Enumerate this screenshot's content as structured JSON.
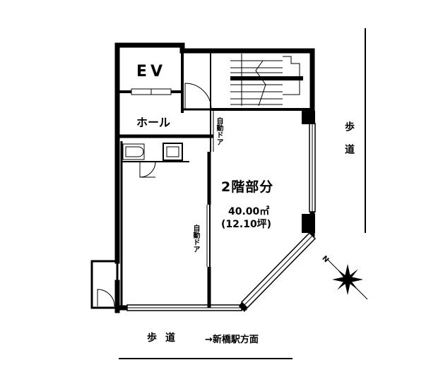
{
  "rooms": {
    "elevator": "EV",
    "hall": "ホール"
  },
  "doors": {
    "upper": "自動ドア",
    "lower": "自動ドア"
  },
  "unit": {
    "floor_title": "2階部分",
    "area_m2": "40.00㎡",
    "area_tsubo": "(12.10坪)"
  },
  "street": {
    "right_sidewalk": "歩道",
    "bottom_sidewalk": "歩道",
    "direction": "→新橋駅方面"
  },
  "compass": {
    "north_marker": "N"
  },
  "colors": {
    "wall": "#000000",
    "background": "#ffffff"
  }
}
